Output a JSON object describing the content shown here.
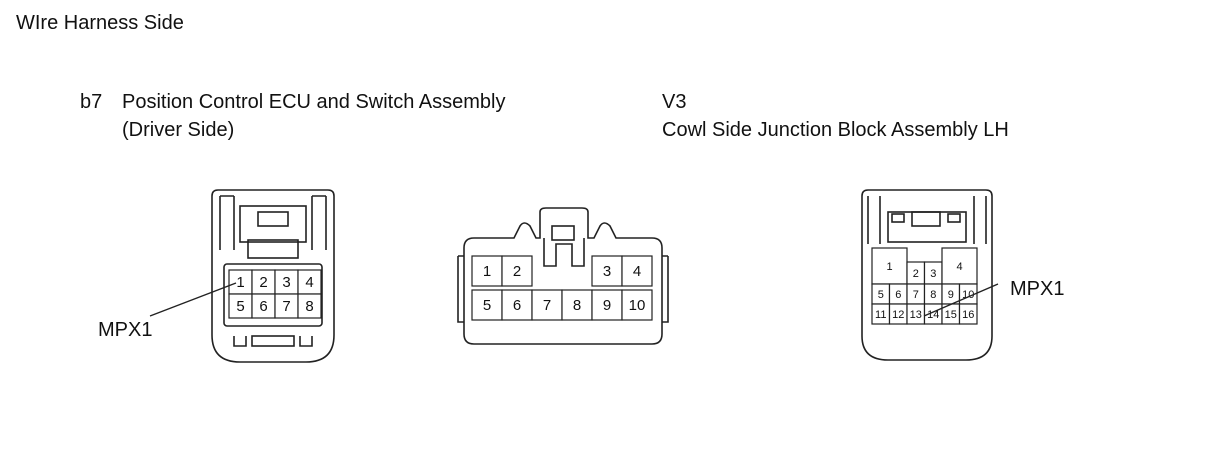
{
  "header": {
    "title": "WIre Harness Side"
  },
  "connectors": [
    {
      "code": "b7",
      "name_line1": "Position Control ECU and Switch Assembly",
      "name_line2": "(Driver Side)",
      "pins": [
        "1",
        "2",
        "3",
        "4",
        "5",
        "6",
        "7",
        "8"
      ],
      "callout": "MPX1"
    },
    {
      "pins": [
        "1",
        "2",
        "3",
        "4",
        "5",
        "6",
        "7",
        "8",
        "9",
        "10"
      ]
    },
    {
      "code": "V3",
      "name_line1": "Cowl Side Junction Block Assembly LH",
      "pins": [
        "1",
        "2",
        "3",
        "4",
        "5",
        "6",
        "7",
        "8",
        "9",
        "10",
        "11",
        "12",
        "13",
        "14",
        "15",
        "16"
      ],
      "callout": "MPX1"
    }
  ]
}
